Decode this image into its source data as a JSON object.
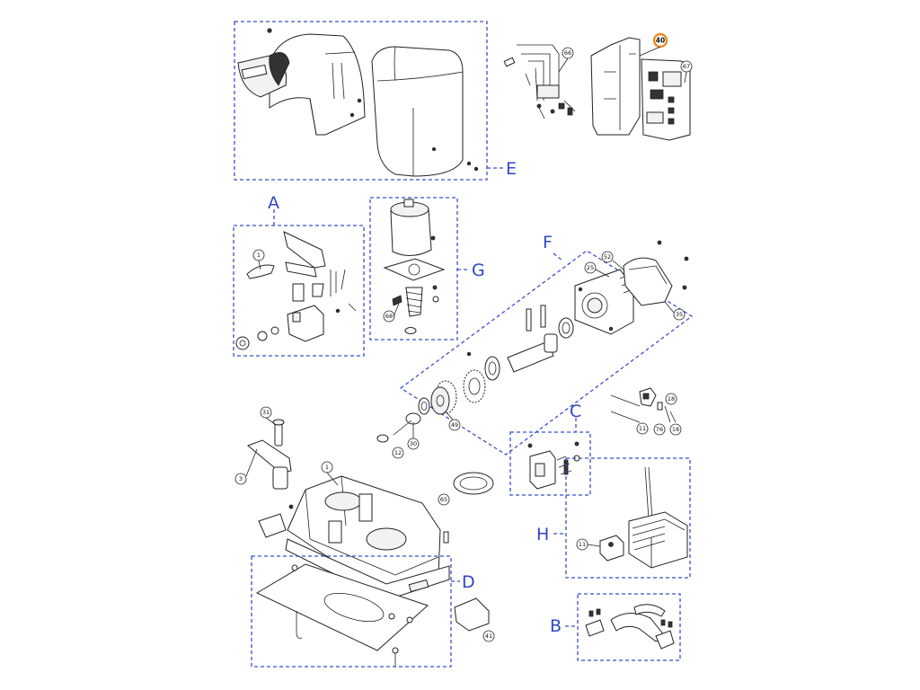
{
  "diagram": {
    "groups": [
      {
        "id": "E",
        "label": "E"
      },
      {
        "id": "A",
        "label": "A"
      },
      {
        "id": "G",
        "label": "G"
      },
      {
        "id": "F",
        "label": "F"
      },
      {
        "id": "C",
        "label": "C"
      },
      {
        "id": "H",
        "label": "H"
      },
      {
        "id": "D",
        "label": "D"
      },
      {
        "id": "B",
        "label": "B"
      }
    ],
    "callouts": [
      "66",
      "40",
      "67",
      "1",
      "68",
      "52",
      "25",
      "35",
      "49",
      "30",
      "12",
      "18",
      "11",
      "76",
      "31",
      "3",
      "65",
      "41"
    ],
    "highlighted_callout": "40",
    "highlight_color": "#e98a1f",
    "group_color": "#2f45c9"
  }
}
